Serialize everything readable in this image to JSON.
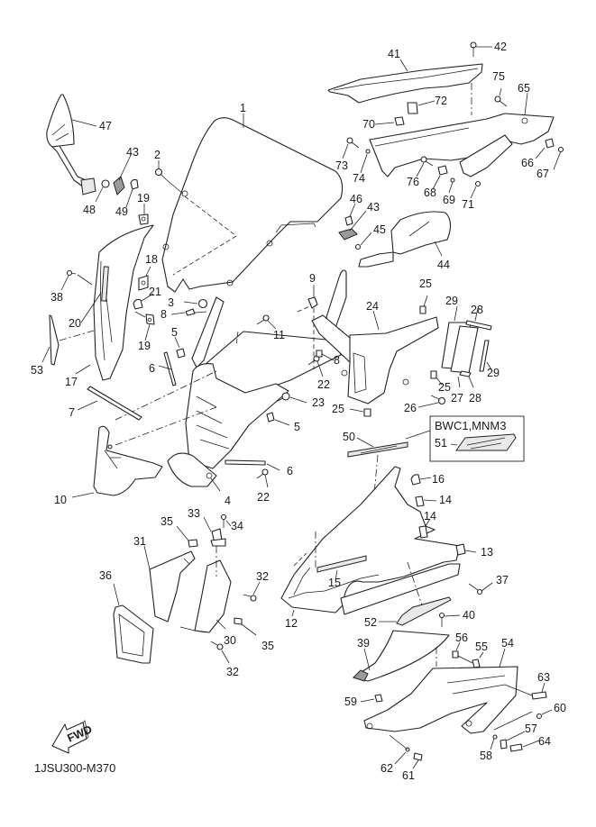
{
  "diagram": {
    "title_code": "1JSU300-M370",
    "fwd_label": "FWD",
    "variant_box_label": "BWC1,MNM3",
    "callouts": [
      {
        "id": "c1",
        "text": "1"
      },
      {
        "id": "c2",
        "text": "2"
      },
      {
        "id": "c3",
        "text": "3"
      },
      {
        "id": "c4",
        "text": "4"
      },
      {
        "id": "c5a",
        "text": "5"
      },
      {
        "id": "c5b",
        "text": "5"
      },
      {
        "id": "c6a",
        "text": "6"
      },
      {
        "id": "c6b",
        "text": "6"
      },
      {
        "id": "c7",
        "text": "7"
      },
      {
        "id": "c8a",
        "text": "8"
      },
      {
        "id": "c8b",
        "text": "8"
      },
      {
        "id": "c9",
        "text": "9"
      },
      {
        "id": "c10",
        "text": "10"
      },
      {
        "id": "c11",
        "text": "11"
      },
      {
        "id": "c12",
        "text": "12"
      },
      {
        "id": "c13",
        "text": "13"
      },
      {
        "id": "c14a",
        "text": "14"
      },
      {
        "id": "c14b",
        "text": "14"
      },
      {
        "id": "c15",
        "text": "15"
      },
      {
        "id": "c16",
        "text": "16"
      },
      {
        "id": "c17",
        "text": "17"
      },
      {
        "id": "c18",
        "text": "18"
      },
      {
        "id": "c19a",
        "text": "19"
      },
      {
        "id": "c19b",
        "text": "19"
      },
      {
        "id": "c20",
        "text": "20"
      },
      {
        "id": "c21",
        "text": "21"
      },
      {
        "id": "c22a",
        "text": "22"
      },
      {
        "id": "c22b",
        "text": "22"
      },
      {
        "id": "c23",
        "text": "23"
      },
      {
        "id": "c24",
        "text": "24"
      },
      {
        "id": "c25a",
        "text": "25"
      },
      {
        "id": "c25b",
        "text": "25"
      },
      {
        "id": "c25c",
        "text": "25"
      },
      {
        "id": "c26",
        "text": "26"
      },
      {
        "id": "c27",
        "text": "27"
      },
      {
        "id": "c28a",
        "text": "28"
      },
      {
        "id": "c28b",
        "text": "28"
      },
      {
        "id": "c29a",
        "text": "29"
      },
      {
        "id": "c29b",
        "text": "29"
      },
      {
        "id": "c30",
        "text": "30"
      },
      {
        "id": "c31",
        "text": "31"
      },
      {
        "id": "c32a",
        "text": "32"
      },
      {
        "id": "c32b",
        "text": "32"
      },
      {
        "id": "c33",
        "text": "33"
      },
      {
        "id": "c34",
        "text": "34"
      },
      {
        "id": "c35a",
        "text": "35"
      },
      {
        "id": "c35b",
        "text": "35"
      },
      {
        "id": "c36",
        "text": "36"
      },
      {
        "id": "c37",
        "text": "37"
      },
      {
        "id": "c38",
        "text": "38"
      },
      {
        "id": "c39",
        "text": "39"
      },
      {
        "id": "c40",
        "text": "40"
      },
      {
        "id": "c41",
        "text": "41"
      },
      {
        "id": "c42",
        "text": "42"
      },
      {
        "id": "c43a",
        "text": "43"
      },
      {
        "id": "c43b",
        "text": "43"
      },
      {
        "id": "c44",
        "text": "44"
      },
      {
        "id": "c45",
        "text": "45"
      },
      {
        "id": "c46",
        "text": "46"
      },
      {
        "id": "c47",
        "text": "47"
      },
      {
        "id": "c48",
        "text": "48"
      },
      {
        "id": "c49",
        "text": "49"
      },
      {
        "id": "c50",
        "text": "50"
      },
      {
        "id": "c51",
        "text": "51"
      },
      {
        "id": "c52",
        "text": "52"
      },
      {
        "id": "c53",
        "text": "53"
      },
      {
        "id": "c54",
        "text": "54"
      },
      {
        "id": "c55",
        "text": "55"
      },
      {
        "id": "c56",
        "text": "56"
      },
      {
        "id": "c57",
        "text": "57"
      },
      {
        "id": "c58",
        "text": "58"
      },
      {
        "id": "c59",
        "text": "59"
      },
      {
        "id": "c60",
        "text": "60"
      },
      {
        "id": "c61",
        "text": "61"
      },
      {
        "id": "c62",
        "text": "62"
      },
      {
        "id": "c63",
        "text": "63"
      },
      {
        "id": "c64",
        "text": "64"
      },
      {
        "id": "c65",
        "text": "65"
      },
      {
        "id": "c66",
        "text": "66"
      },
      {
        "id": "c67",
        "text": "67"
      },
      {
        "id": "c68",
        "text": "68"
      },
      {
        "id": "c69",
        "text": "69"
      },
      {
        "id": "c70",
        "text": "70"
      },
      {
        "id": "c71",
        "text": "71"
      },
      {
        "id": "c72",
        "text": "72"
      },
      {
        "id": "c73",
        "text": "73"
      },
      {
        "id": "c74",
        "text": "74"
      },
      {
        "id": "c75",
        "text": "75"
      },
      {
        "id": "c76",
        "text": "76"
      }
    ]
  }
}
